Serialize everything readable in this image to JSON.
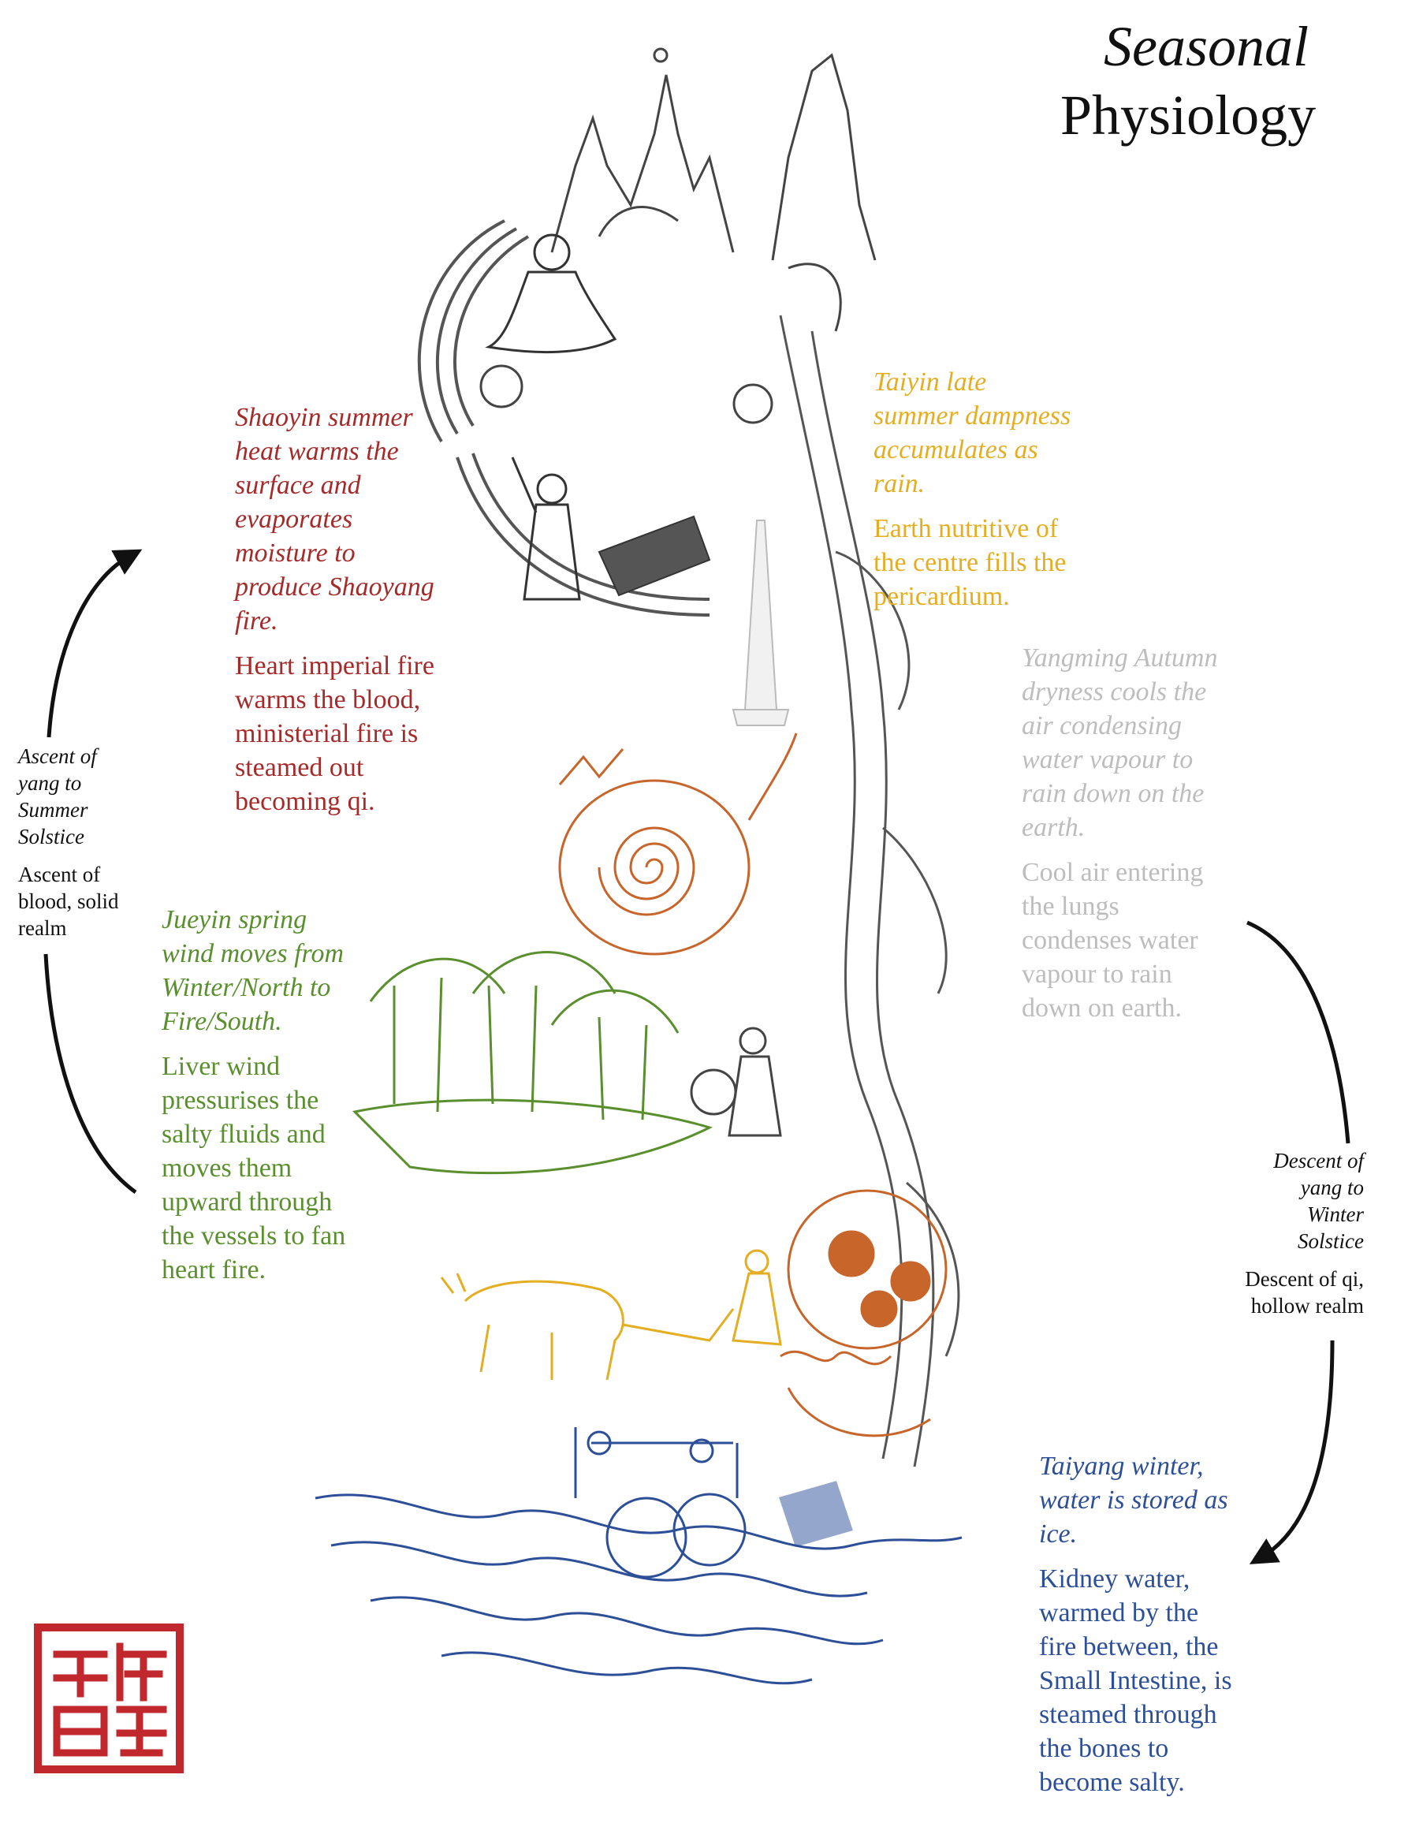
{
  "title": {
    "line1": "Seasonal",
    "line2": "Physiology"
  },
  "colors": {
    "shaoyin": "#a52a2a",
    "taiyin": "#e5ae22",
    "yangming": "#bdbdbd",
    "jueyin": "#5a8f2e",
    "taiyang": "#2c4f98",
    "orange_art": "#c7652a",
    "seal": "#c0282d"
  },
  "shaoyin": {
    "italic": [
      "Shaoyin summer",
      "heat warms the",
      "surface and",
      "evaporates",
      "moisture to",
      "produce Shaoyang",
      "fire."
    ],
    "plain": [
      "Heart imperial fire",
      "warms the blood,",
      "ministerial fire is",
      "steamed out",
      "becoming qi."
    ]
  },
  "taiyin": {
    "italic": [
      "Taiyin late",
      "summer dampness",
      "accumulates as",
      "rain."
    ],
    "plain": [
      "Earth nutritive of",
      "the centre fills the",
      "pericardium."
    ]
  },
  "yangming": {
    "italic": [
      "Yangming Autumn",
      "dryness cools the",
      "air condensing",
      "water vapour to",
      "rain down on the",
      "earth."
    ],
    "plain": [
      "Cool air entering",
      "the lungs",
      "condenses water",
      "vapour to rain",
      "down on earth."
    ]
  },
  "jueyin": {
    "italic": [
      "Jueyin spring",
      "wind moves from",
      "Winter/North to",
      "Fire/South."
    ],
    "plain": [
      "Liver wind",
      "pressurises the",
      "salty fluids and",
      "moves them",
      "upward through",
      "the vessels to fan",
      "heart fire."
    ]
  },
  "taiyang": {
    "italic": [
      "Taiyang winter,",
      "water is stored as",
      "ice."
    ],
    "plain": [
      "Kidney water,",
      "warmed by the",
      "fire between, the",
      "Small Intestine, is",
      "steamed through",
      "the bones to",
      "become salty."
    ]
  },
  "ascent": {
    "italic": [
      "Ascent of",
      "yang to",
      "Summer",
      "Solstice"
    ],
    "plain": [
      "Ascent of",
      "blood, solid",
      "realm"
    ]
  },
  "descent": {
    "italic": [
      "Descent of",
      "yang to",
      "Winter",
      "Solstice"
    ],
    "plain": [
      "Descent of qi,",
      "hollow realm"
    ]
  }
}
